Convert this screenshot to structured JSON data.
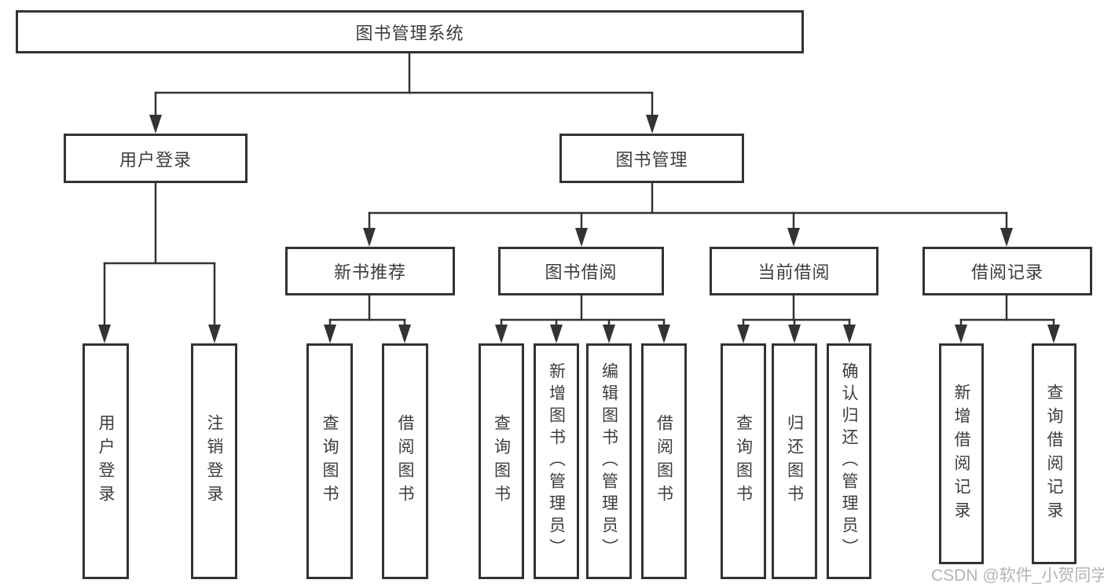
{
  "tree": {
    "label": "图书管理系统",
    "children": [
      {
        "label": "用户登录",
        "children": [
          {
            "label": "用户登录"
          },
          {
            "label": "注销登录"
          }
        ]
      },
      {
        "label": "图书管理",
        "children": [
          {
            "label": "新书推荐",
            "children": [
              {
                "label": "查询图书"
              },
              {
                "label": "借阅图书"
              }
            ]
          },
          {
            "label": "图书借阅",
            "children": [
              {
                "label": "查询图书"
              },
              {
                "label": "新增图书（管理员）"
              },
              {
                "label": "编辑图书（管理员）"
              },
              {
                "label": "借阅图书"
              }
            ]
          },
          {
            "label": "当前借阅",
            "children": [
              {
                "label": "查询图书"
              },
              {
                "label": "归还图书"
              },
              {
                "label": "确认归还（管理员）"
              }
            ]
          },
          {
            "label": "借阅记录",
            "children": [
              {
                "label": "新增借阅记录"
              },
              {
                "label": "查询借阅记录"
              }
            ]
          }
        ]
      }
    ]
  },
  "watermark": "CSDN @软件_小贺同学",
  "colors": {
    "line": "#333333",
    "box_border": "#333333",
    "text": "#3d3d3d",
    "watermark": "#b3b3b3",
    "background": "#ffffff"
  }
}
